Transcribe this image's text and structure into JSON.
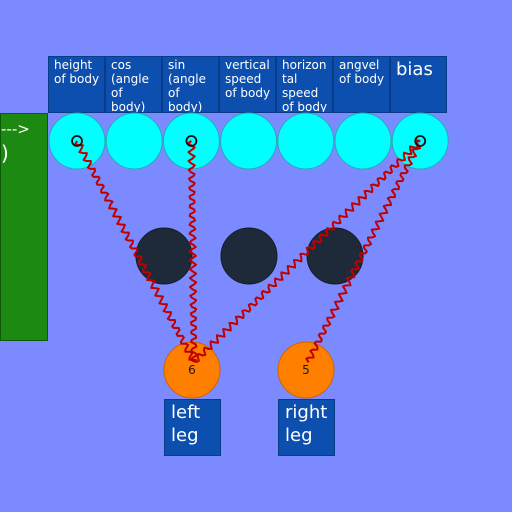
{
  "left_panel": {
    "arrow_text": "--->",
    "paren_text": ")"
  },
  "inputs": [
    {
      "label": "height of body",
      "active": true
    },
    {
      "label": "cos (angle of body)",
      "active": false
    },
    {
      "label": "sin (angle of body)",
      "active": true
    },
    {
      "label": "vertical speed of body",
      "active": false
    },
    {
      "label": "horizontal speed of body",
      "active": false
    },
    {
      "label": "angvel of body",
      "active": false
    },
    {
      "label": "bias",
      "active": true
    }
  ],
  "hidden_count": 3,
  "outputs": [
    {
      "label": "left leg",
      "value": "6"
    },
    {
      "label": "right leg",
      "value": "5"
    }
  ],
  "connections": [
    {
      "from_input": 0,
      "to_output": 0
    },
    {
      "from_input": 2,
      "to_output": 0
    },
    {
      "from_input": 6,
      "to_output": 0
    },
    {
      "from_input": 6,
      "to_output": 1
    }
  ],
  "colors": {
    "background": "#7b8bff",
    "input_node": "#00ffff",
    "hidden_node": "#1e2a3a",
    "output_node": "#ff8000",
    "label_box": "#0d4fae",
    "connection": "#c00000",
    "side_panel": "#1c8a12"
  }
}
